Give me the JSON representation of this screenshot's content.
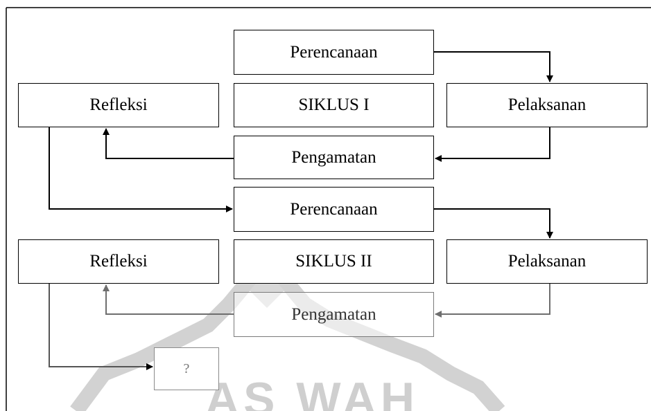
{
  "cycle1": {
    "planning": "Perencanaan",
    "cycle_label": "SIKLUS I",
    "implementation": "Pelaksanan",
    "observation": "Pengamatan",
    "reflection": "Refleksi"
  },
  "cycle2": {
    "planning": "Perencanaan",
    "cycle_label": "SIKLUS II",
    "implementation": "Pelaksanan",
    "observation": "Pengamatan",
    "reflection": "Refleksi"
  },
  "next_step": "?",
  "watermark": {
    "text": "AS WAH",
    "color": "#cfcfcf"
  },
  "colors": {
    "line": "#000000",
    "faded_line": "#6e6e6e"
  }
}
